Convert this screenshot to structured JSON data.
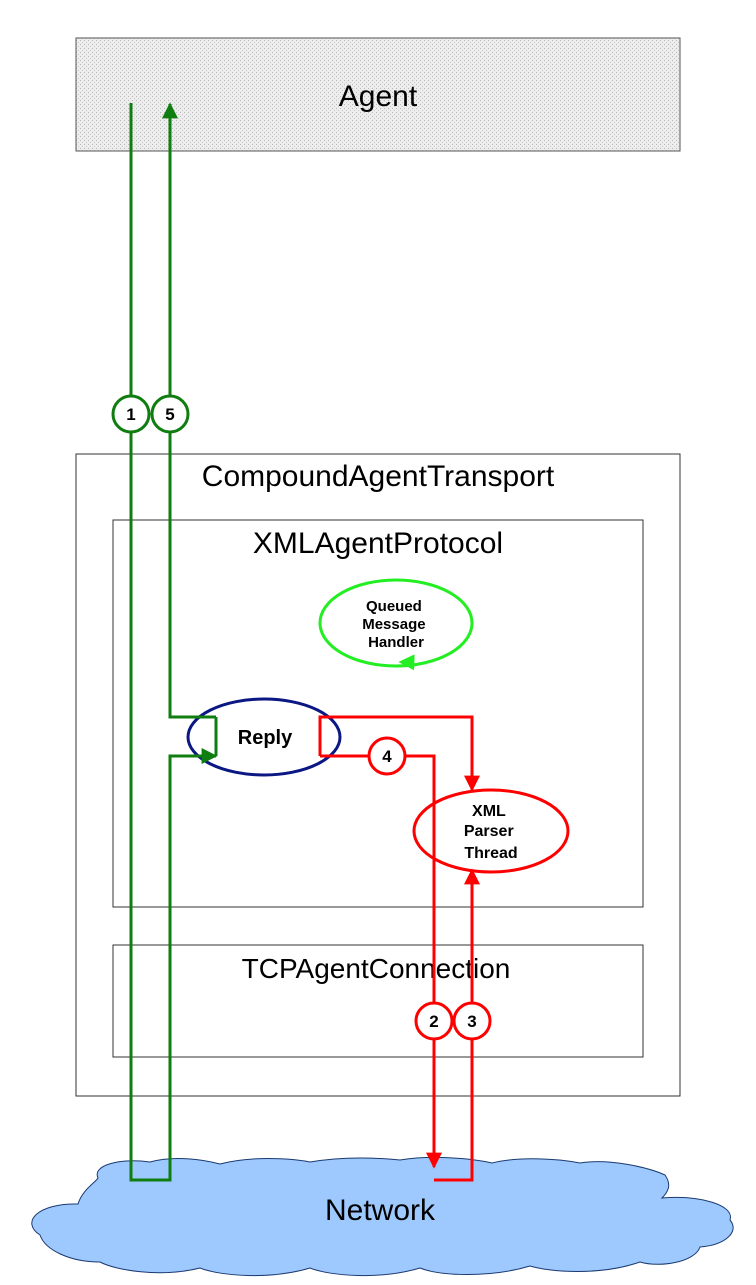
{
  "agent": {
    "label": "Agent"
  },
  "transport": {
    "label": "CompoundAgentTransport"
  },
  "protocol": {
    "label": "XMLAgentProtocol"
  },
  "connection": {
    "label": "TCPAgentConnection"
  },
  "network": {
    "label": "Network"
  },
  "queued_handler": {
    "lines": [
      "Queued",
      "Message",
      "Handler"
    ]
  },
  "reply": {
    "label": "Reply"
  },
  "parser_thread": {
    "lines": [
      "XML",
      "Parser",
      "Thread"
    ]
  },
  "steps": {
    "s1": "1",
    "s2": "2",
    "s3": "3",
    "s4": "4",
    "s5": "5"
  },
  "colors": {
    "outgoing_path": "#0f7d0f",
    "incoming_path": "#ff0000",
    "queued_handler": "#22ee22",
    "reply": "#0b1783",
    "network_fill": "#9ec9ff",
    "agent_fill": "#e6e6e6"
  }
}
